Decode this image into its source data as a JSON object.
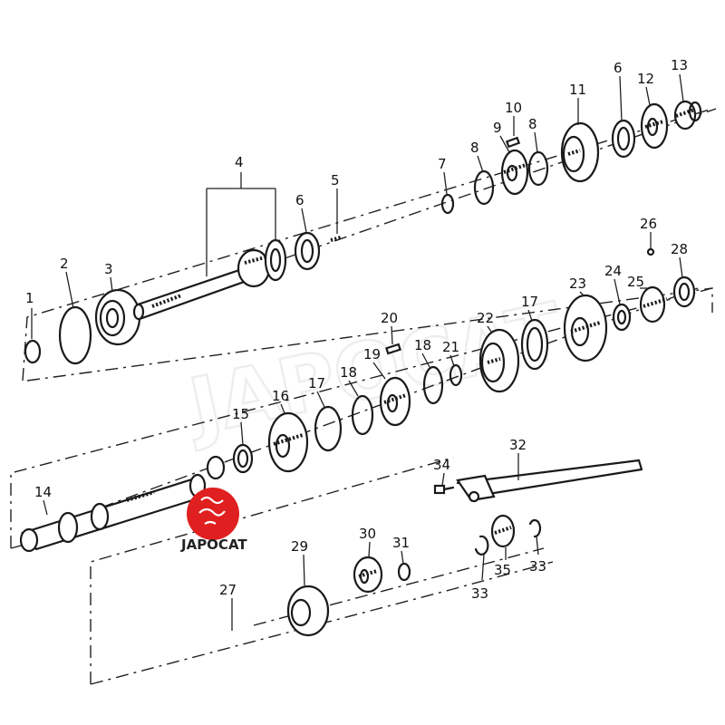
{
  "watermark": "JAPOCAT",
  "logo": {
    "text": "JAPOCAT",
    "color": "#e02020"
  },
  "part_numbers": [
    "1",
    "2",
    "3",
    "4",
    "5",
    "6",
    "6",
    "7",
    "8",
    "8",
    "9",
    "10",
    "11",
    "12",
    "13",
    "14",
    "15",
    "16",
    "17",
    "17",
    "18",
    "18",
    "19",
    "20",
    "21",
    "22",
    "23",
    "24",
    "25",
    "26",
    "27",
    "28",
    "29",
    "30",
    "31",
    "32",
    "33",
    "33",
    "34",
    "35"
  ]
}
